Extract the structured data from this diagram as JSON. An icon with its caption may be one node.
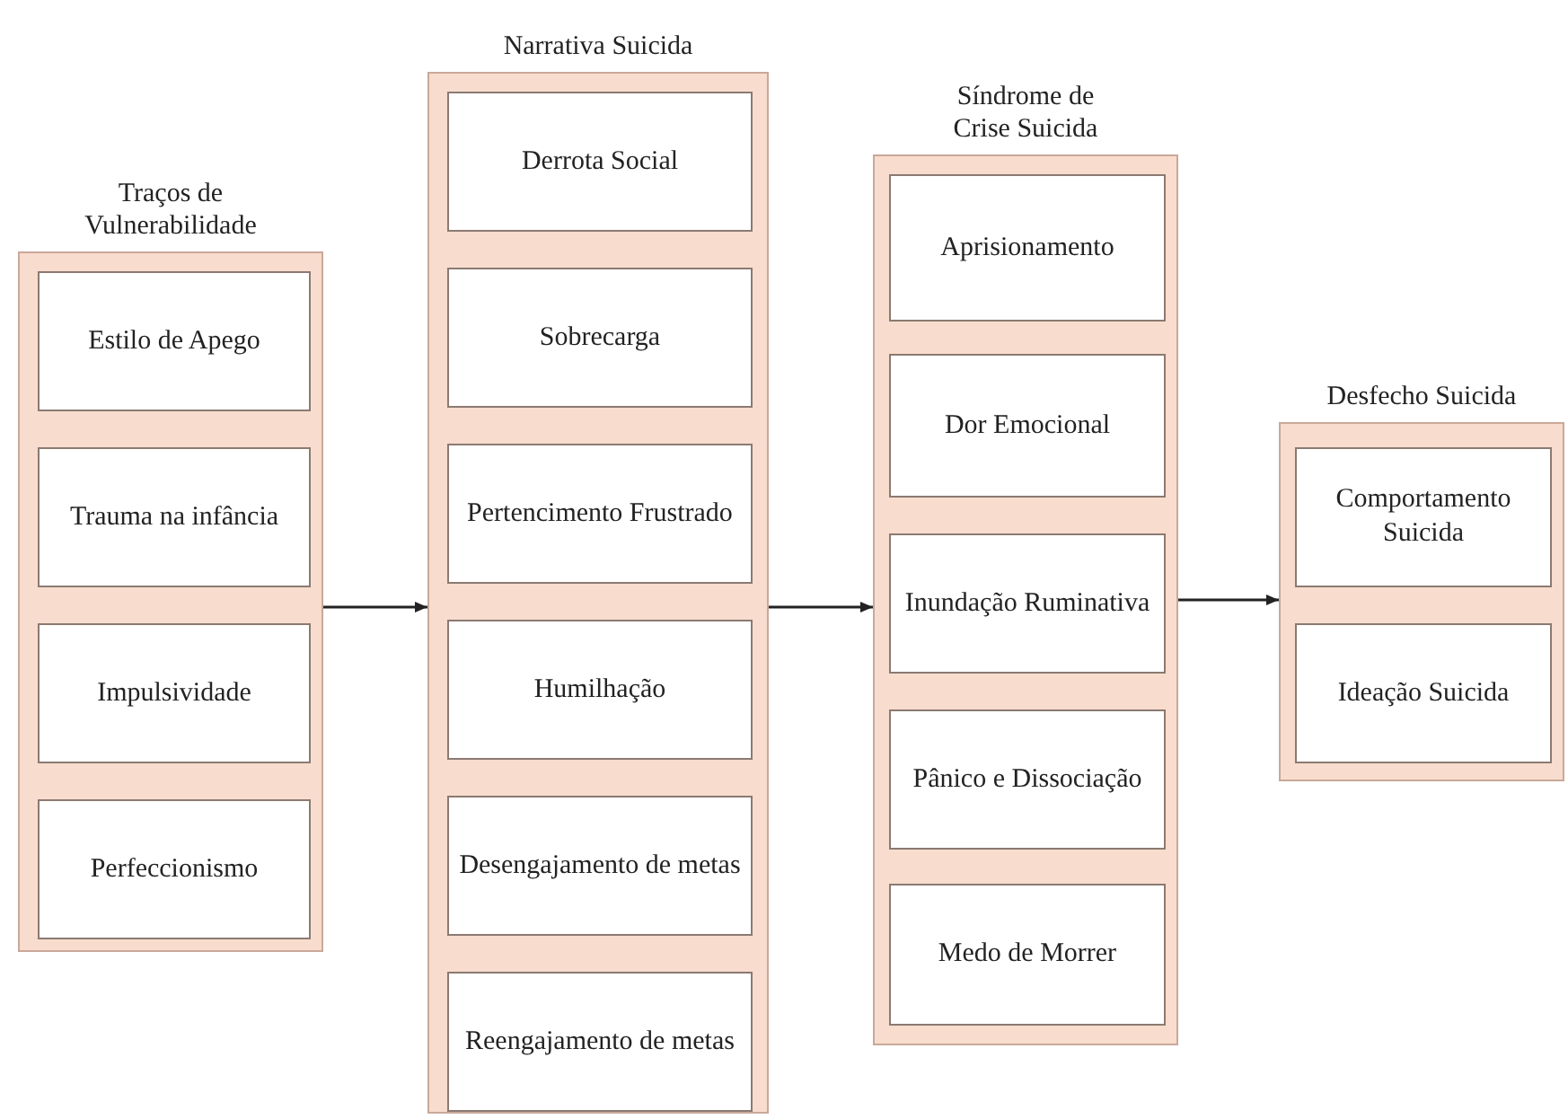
{
  "diagram": {
    "nodes": [
      {
        "text": [
          "Traços de Vulnerabilidade"
        ]
      },
      {
        "text": [
          "Estilo de Apego"
        ],
        "in": 0
      },
      {
        "text": [
          "Trauma na infância"
        ],
        "in": 0
      },
      {
        "text": [
          "Impulsividade"
        ],
        "in": 0
      },
      {
        "text": [
          "Perfeccionismo"
        ],
        "in": 0
      },
      {
        "text": [
          "Narrativa Suicida"
        ]
      },
      {
        "text": [
          "Derrota Social"
        ],
        "in": 5
      },
      {
        "text": [
          "Sobrecarga"
        ],
        "in": 5
      },
      {
        "text": [
          "Pertencimento Frustrado"
        ],
        "in": 5
      },
      {
        "text": [
          "Humilhação"
        ],
        "in": 5
      },
      {
        "text": [
          "Desengajamento de metas"
        ],
        "in": 5
      },
      {
        "text": [
          "Reengajamento de metas"
        ],
        "in": 5
      },
      {
        "text": [
          "Síndrome de Crise Suicida"
        ]
      },
      {
        "text": [
          "Aprisionamento"
        ],
        "in": 12
      },
      {
        "text": [
          "Dor Emocional"
        ],
        "in": 12
      },
      {
        "text": [
          "Inundação Ruminativa"
        ],
        "in": 12
      },
      {
        "text": [
          "Pânico e Dissociação"
        ],
        "in": 12
      },
      {
        "text": [
          "Medo de Morrer"
        ],
        "in": 12
      },
      {
        "text": [
          "Desfecho Suicida"
        ]
      },
      {
        "text": [
          "Comportamento Suicida"
        ],
        "in": 18
      },
      {
        "text": [
          "Ideação Suicida"
        ],
        "in": 18
      }
    ],
    "edges": [
      {
        "from": 0,
        "to": 5,
        "arrow": "to"
      },
      {
        "from": 5,
        "to": 12,
        "arrow": "to"
      },
      {
        "from": 12,
        "to": 18,
        "arrow": "to"
      }
    ]
  }
}
